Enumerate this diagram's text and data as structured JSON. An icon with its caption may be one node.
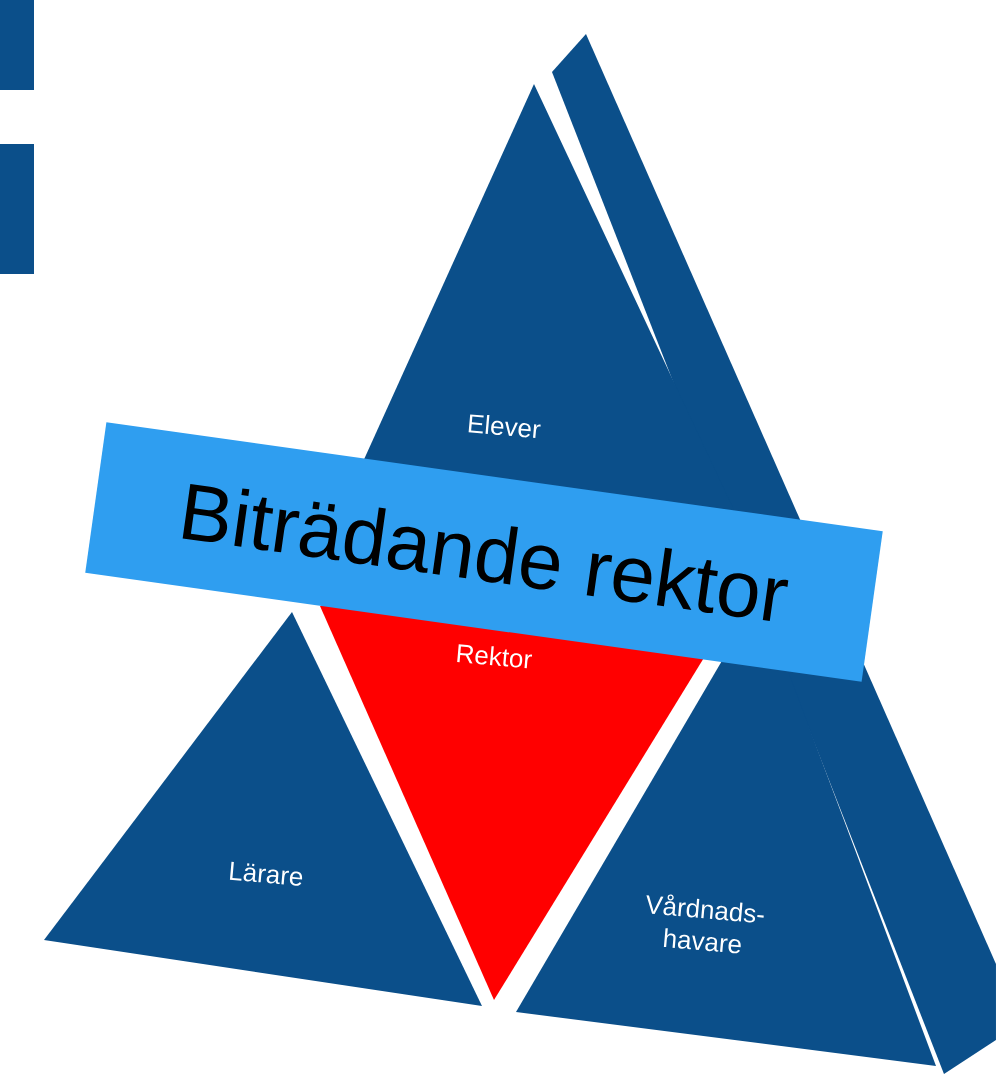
{
  "diagram": {
    "nodes": [
      {
        "text": [
          "Elever"
        ]
      },
      {
        "text": [
          "Biträdande rektor"
        ]
      },
      {
        "text": [
          "Rektor"
        ]
      },
      {
        "text": [
          "Lärare"
        ]
      },
      {
        "text": [
          "Vårdnads- havare"
        ]
      }
    ]
  }
}
